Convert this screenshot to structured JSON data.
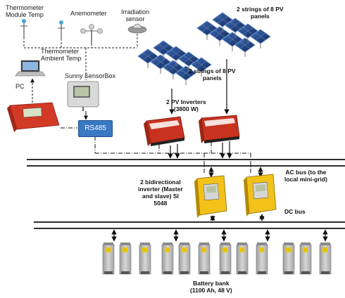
{
  "labels": {
    "thermometer_module": "Thermometer\nModule Temp",
    "anemometer": "Anemometer",
    "irradiation": "Irradiation\nsensor",
    "thermometer_ambient": "Thermometer\nAmbient Temp",
    "pc": "PC",
    "sensorbox": "Sunny SensorBox",
    "rs485": "RS485",
    "pv_strings_top": "2 strings of 8 PV\npanels",
    "pv_strings_mid": "2 strings of 8 PV\npanels",
    "pv_inverters": "2 PV Inverters\n(3800 W)",
    "ac_bus": "AC bus (to the\nlocal mini-grid)",
    "bidirectional": "2 bidirectional\ninverter (Master\nand slave) SI\n5048",
    "dc_bus": "DC bus",
    "battery": "Battery bank\n(1100 Ah, 48 V)"
  },
  "colors": {
    "inverter_red": "#c8321e",
    "inverter_yellow": "#f2c21b",
    "panel_blue": "#1f3f7a",
    "rs485_blue": "#3a78c4",
    "battery_grey": "#b9b9b9"
  }
}
